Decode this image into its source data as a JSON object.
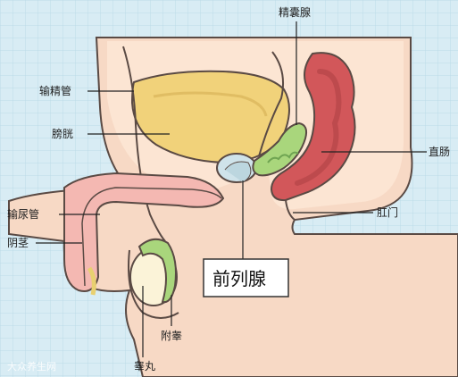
{
  "labels": {
    "seminal_vesicle": "精囊腺",
    "vas_deferens": "输精管",
    "bladder": "膀胱",
    "rectum": "直肠",
    "urethra": "输尿管",
    "penis": "阴茎",
    "anus": "肛门",
    "prostate": "前列腺",
    "epididymis": "附睾",
    "testis": "睾丸"
  },
  "watermark": "大众养生网",
  "colors": {
    "background": "#d8ecf4",
    "grid": "#bcdbe8",
    "body_skin": "#f7d9c5",
    "body_outline": "#5a4a44",
    "pelvic_area": "#fce5d3",
    "bladder": "#f1d27a",
    "prostate": "#cfe3ea",
    "seminal_vesicle": "#a9d67c",
    "rectum": "#d2575a",
    "rectum_inner": "#b44447",
    "urethra_pink": "#f4b8b2",
    "testis": "#fbf3d8"
  }
}
